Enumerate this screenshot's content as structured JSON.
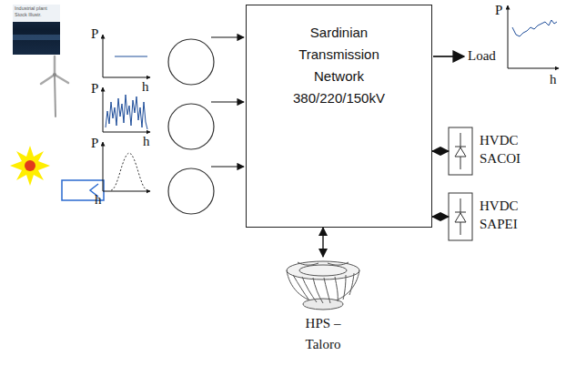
{
  "diagram": {
    "nodes": [
      {
        "text": [
          "Sardinian Transmission Network 380/220/150kV"
        ]
      },
      {
        "text": [
          "HVDC SACOI"
        ]
      },
      {
        "text": [
          "HVDC SAPEI"
        ]
      },
      {
        "text": [
          "HPS – Taloro"
        ]
      }
    ],
    "edges": [
      {
        "from": 0,
        "to": 1,
        "arrow": "both"
      },
      {
        "from": 0,
        "to": 2,
        "arrow": "both"
      },
      {
        "from": 0,
        "to": 3,
        "arrow": "both"
      }
    ],
    "labels": [
      "Industrial plant Stock Illustr.",
      "P",
      "h",
      "Load",
      "P",
      "h",
      "P",
      "h",
      "P",
      "h"
    ]
  }
}
